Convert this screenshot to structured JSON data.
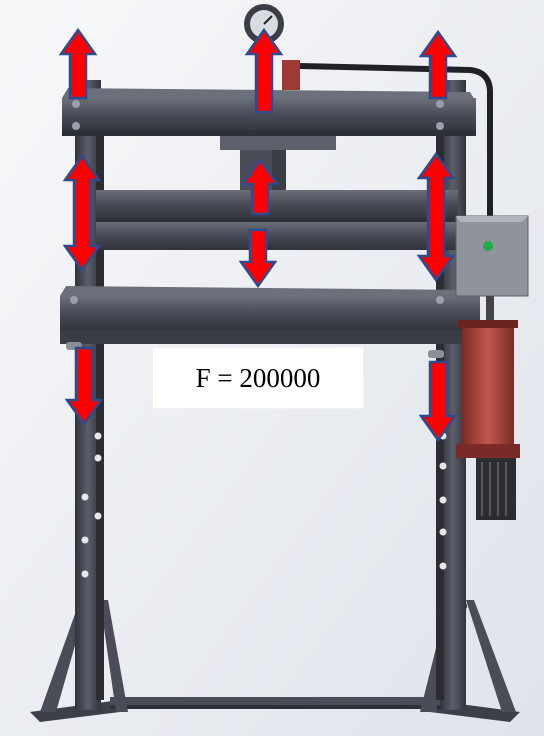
{
  "figure": {
    "force_label": "F = 200000"
  },
  "colors": {
    "arrow_fill": "#ff0000",
    "arrow_outline": "#2f4b8f",
    "frame_steel": "#4a4d57",
    "frame_dark": "#33363e",
    "cylinder_red": "#b4473f",
    "indicator_green": "#22aa44",
    "background_gradient": "#dfe3ea"
  },
  "arrows": [
    {
      "id": "top-left",
      "direction": "up"
    },
    {
      "id": "top-center",
      "direction": "up"
    },
    {
      "id": "top-right",
      "direction": "up"
    },
    {
      "id": "mid-left",
      "direction": "both"
    },
    {
      "id": "mid-center-up",
      "direction": "up"
    },
    {
      "id": "mid-center-down",
      "direction": "down"
    },
    {
      "id": "mid-right",
      "direction": "both"
    },
    {
      "id": "lower-left",
      "direction": "down"
    },
    {
      "id": "lower-right",
      "direction": "down"
    }
  ]
}
